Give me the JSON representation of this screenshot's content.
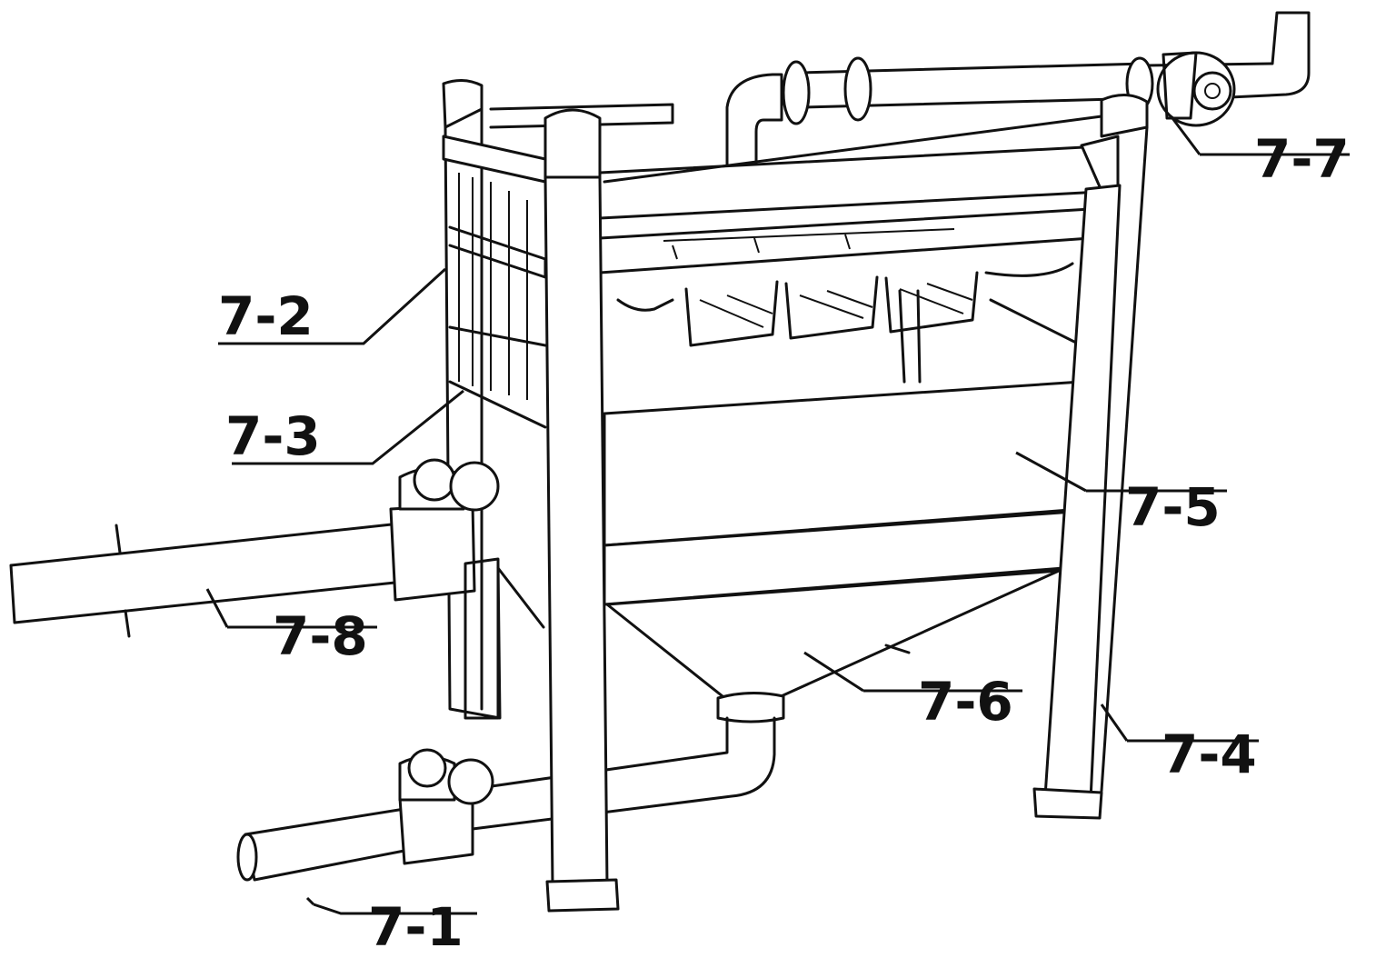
{
  "labels": {
    "l71": "7-1",
    "l72": "7-2",
    "l73": "7-3",
    "l74": "7-4",
    "l75": "7-5",
    "l76": "7-6",
    "l77": "7-7",
    "l78": "7-8"
  }
}
